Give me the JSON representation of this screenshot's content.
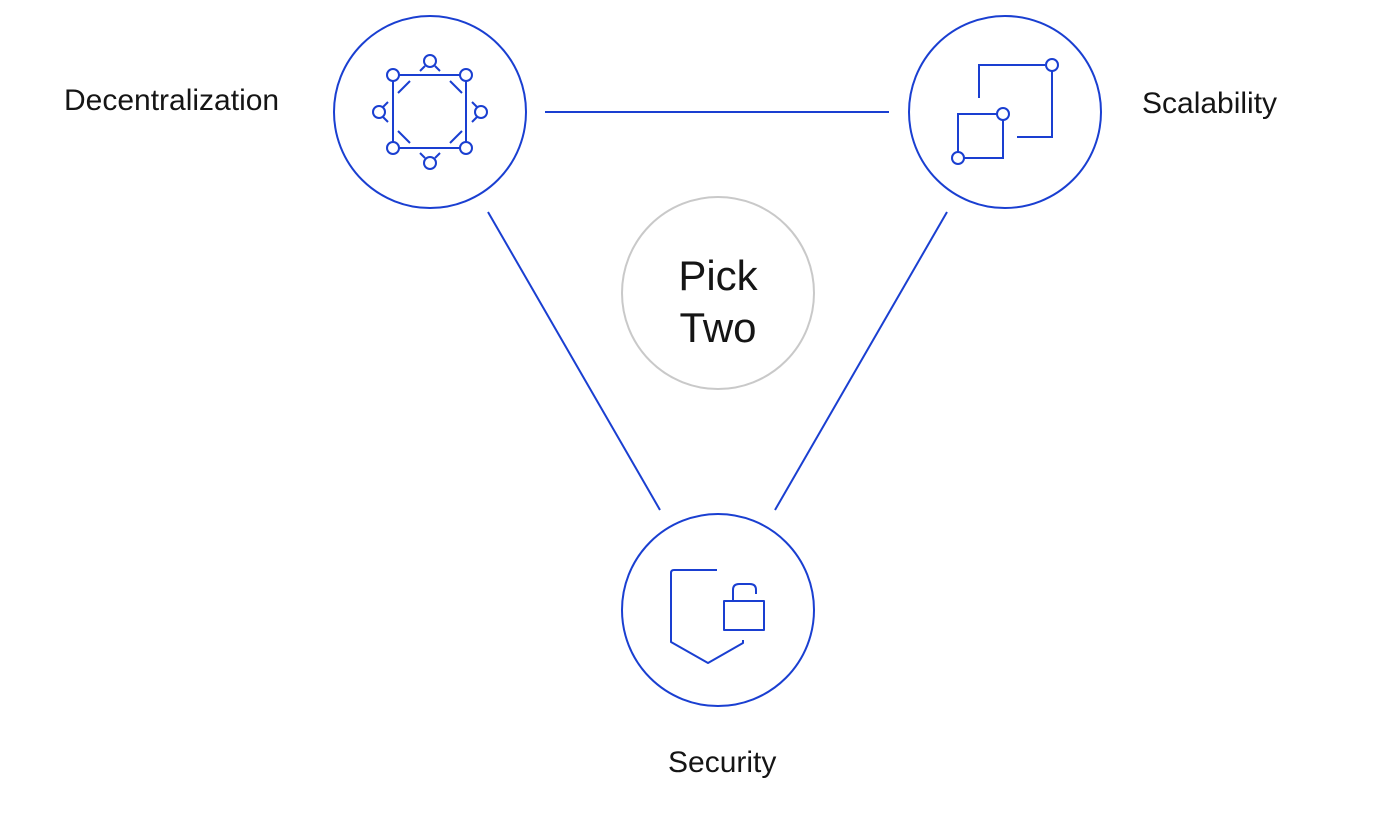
{
  "diagram": {
    "center": {
      "line1": "Pick",
      "line2": "Two"
    },
    "nodes": [
      {
        "id": "decentralization",
        "label": "Decentralization",
        "icon": "network-nodes-icon"
      },
      {
        "id": "scalability",
        "label": "Scalability",
        "icon": "expand-squares-icon"
      },
      {
        "id": "security",
        "label": "Security",
        "icon": "shield-lock-icon"
      }
    ],
    "connections": [
      {
        "from": "decentralization",
        "to": "scalability"
      },
      {
        "from": "decentralization",
        "to": "security"
      },
      {
        "from": "scalability",
        "to": "security"
      }
    ]
  },
  "colors": {
    "accent": "#1a3fd1",
    "center_ring": "#c9c9c9",
    "text": "#151515",
    "background": "#ffffff"
  }
}
